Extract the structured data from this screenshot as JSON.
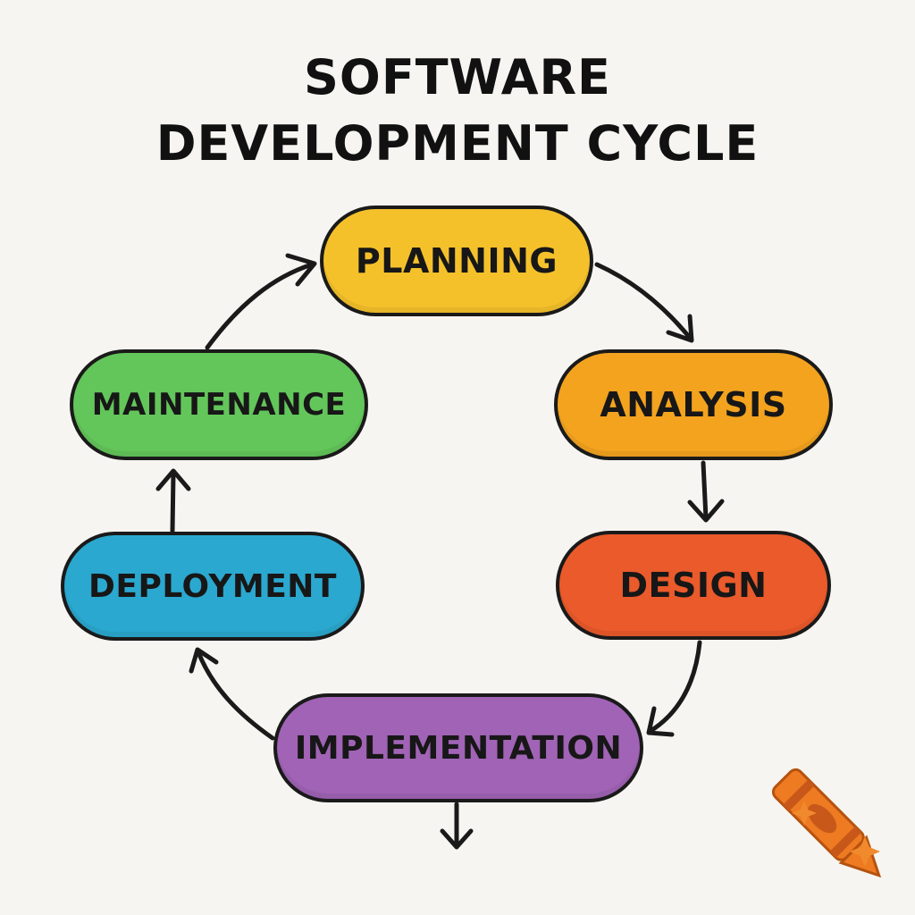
{
  "title": {
    "line1": "SOFTWARE",
    "line2": "DEVELOPMENT CYCLE"
  },
  "stages": [
    {
      "label": "PLANNING",
      "color": "#f5c12b"
    },
    {
      "label": "ANALYSIS",
      "color": "#f4a31f"
    },
    {
      "label": "DESIGN",
      "color": "#ea5a2b"
    },
    {
      "label": "IMPLEMENTATION",
      "color": "#a063b5"
    },
    {
      "label": "DEPLOYMENT",
      "color": "#2ba8cf"
    },
    {
      "label": "MAINTENANCE",
      "color": "#63c65a"
    }
  ],
  "colors": {
    "background": "#f7f5f1",
    "outline": "#1a1a1a",
    "crayon": "#ee7a22",
    "sparkle": "#f08a2c"
  },
  "icons": {
    "decoration": "crayon-icon",
    "accents": "sparkle-icon"
  }
}
